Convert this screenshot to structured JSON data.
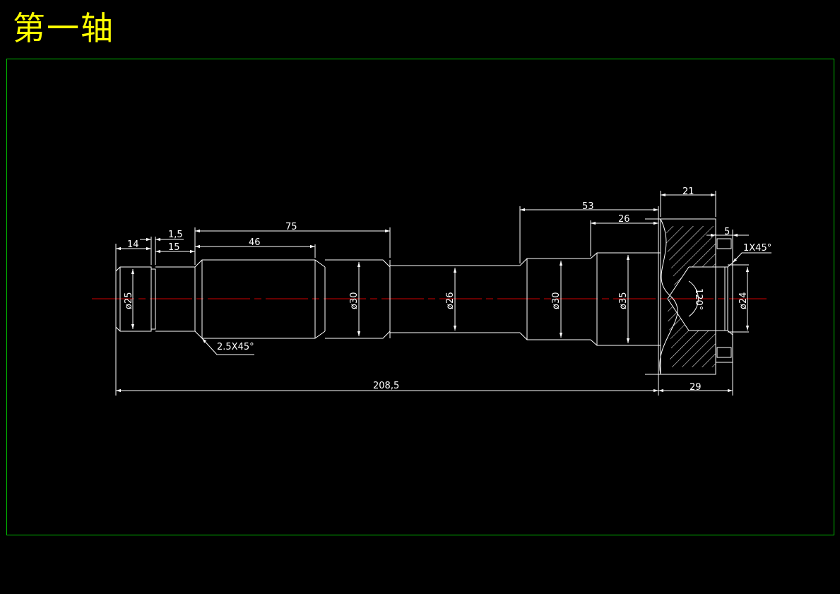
{
  "title": "第一轴",
  "colors": {
    "background": "#000000",
    "title": "#ffff00",
    "frame": "#00c000",
    "lines": "#ffffff",
    "centerline": "#cc0000"
  },
  "dimensions": {
    "d14": "14",
    "d1_5": "1,5",
    "d15": "15",
    "d75": "75",
    "d46": "46",
    "d53": "53",
    "d26": "26",
    "d21": "21",
    "d5": "5",
    "d208_5": "208,5",
    "d29": "29"
  },
  "diameters": {
    "phi25": "ø25",
    "phi30a": "ø30",
    "phi26": "ø26",
    "phi30b": "ø30",
    "phi35": "ø35",
    "phi24": "ø24"
  },
  "annotations": {
    "chamfer_left": "2.5X45°",
    "chamfer_right": "1X45°",
    "cone_angle": "120°"
  }
}
